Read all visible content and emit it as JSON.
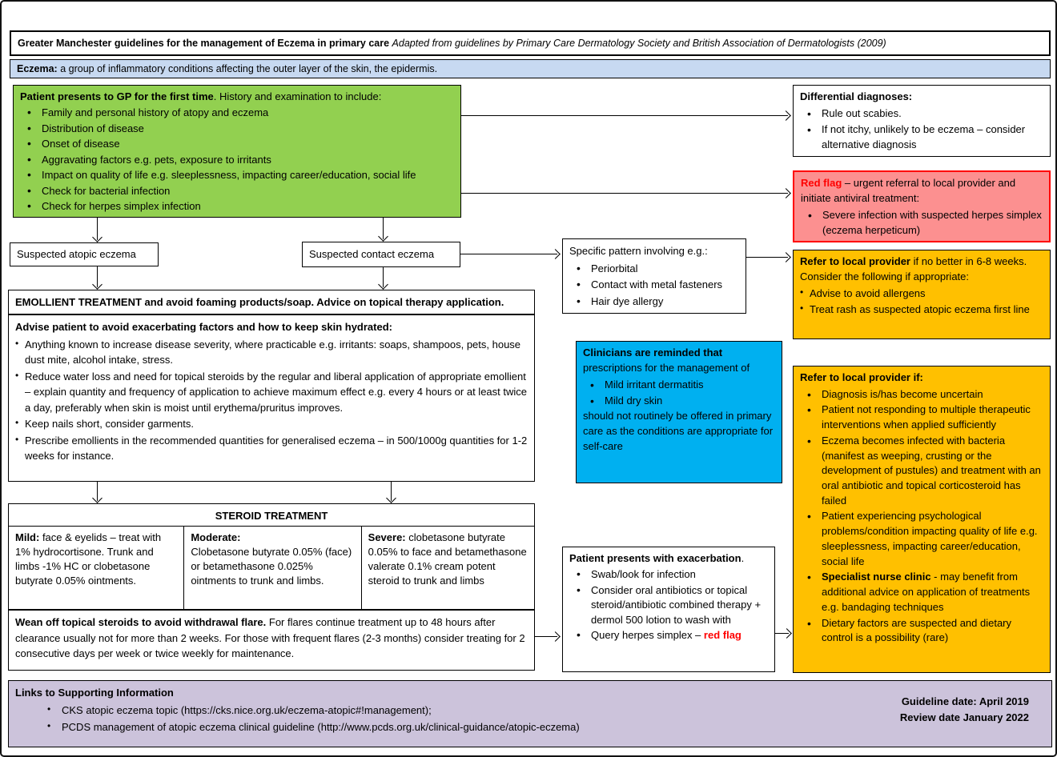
{
  "colors": {
    "green": "#92D050",
    "orange": "#FFC000",
    "cyan_blue": "#00B0F0",
    "pink": "#FC9090",
    "red": "#FF0000",
    "definition_blue": "#C7D9F1",
    "footer_lavender": "#CCC3DB"
  },
  "header": {
    "title": [
      {
        "t": "Greater Manchester guidelines for the management of Eczema in primary care",
        "b": true
      },
      {
        "t": "   "
      },
      {
        "t": "Adapted from guidelines by Primary Care Dermatology Society and British Association of Dermatologists (2009)",
        "i": true
      }
    ]
  },
  "definition": [
    {
      "t": "Eczema:",
      "b": true
    },
    {
      "t": " a group of inflammatory conditions affecting the outer layer of the skin, the epidermis."
    }
  ],
  "green_box": {
    "heading": [
      {
        "t": "Patient presents to GP for the first time",
        "b": true
      },
      {
        "t": ". History and examination to include:"
      }
    ],
    "items": [
      "Family and personal history of atopy and eczema",
      "Distribution of disease",
      "Onset of disease",
      "Aggravating factors e.g. pets, exposure to irritants",
      "Impact on quality of life e.g. sleeplessness, impacting career/education, social life",
      "Check for bacterial infection",
      "Check for herpes simplex infection"
    ]
  },
  "differential_box": {
    "heading": [
      {
        "t": "Differential diagnoses:",
        "b": true
      }
    ],
    "items": [
      "Rule out scabies.",
      "If not itchy, unlikely to be eczema – consider alternative diagnosis"
    ]
  },
  "red_flag_box": {
    "heading": [
      {
        "t": "Red flag",
        "b": true,
        "c": "#FF0000"
      },
      {
        "t": " – urgent referral to local provider and initiate antiviral treatment:"
      }
    ],
    "items": [
      "Severe infection with suspected herpes simplex (eczema herpeticum)"
    ]
  },
  "suspected_atopic": "Suspected atopic eczema",
  "suspected_contact": "Suspected contact eczema",
  "pattern_box": {
    "heading": [
      {
        "t": "Specific pattern involving e.g.:"
      }
    ],
    "items": [
      "Periorbital",
      "Contact with metal fasteners",
      "Hair dye allergy"
    ]
  },
  "refer_6_8_box": {
    "heading": [
      {
        "t": "Refer to local provider",
        "b": true
      },
      {
        "t": " if no better in 6-8 weeks. Consider the following if appropriate:"
      }
    ],
    "items": [
      "Advise to avoid allergens",
      "Treat rash as suspected atopic eczema first line"
    ]
  },
  "emollient_bar": [
    {
      "t": "EMOLLIENT TREATMENT",
      "b": true
    },
    {
      "t": " and avoid foaming products/soap. Advice on topical therapy application.",
      "b": true
    }
  ],
  "advise_box": {
    "heading": [
      {
        "t": "Advise patient to avoid exacerbating factors and how to keep skin hydrated:",
        "b": true
      }
    ],
    "items": [
      "Anything known to increase disease severity, where practicable e.g. irritants: soaps, shampoos, pets, house dust mite, alcohol intake, stress.",
      "Reduce water loss and need for topical steroids by the regular and liberal application of appropriate emollient – explain quantity and frequency of application to achieve maximum effect e.g. every 4 hours or at least twice a day, preferably when skin is moist until erythema/pruritus improves.",
      "Keep nails short, consider garments.",
      "Prescribe emollients in the recommended quantities for generalised eczema – in 500/1000g quantities for 1-2 weeks for instance."
    ]
  },
  "clinicians_box": {
    "heading": [
      {
        "t": "Clinicians are reminded that",
        "b": true
      },
      {
        "t": " prescriptions for the management of"
      }
    ],
    "items": [
      "Mild irritant dermatitis",
      "Mild dry skin"
    ],
    "tail": "should not routinely be offered in primary care as the conditions are appropriate for self-care"
  },
  "refer_if_box": {
    "heading": [
      {
        "t": "Refer to local provider if:",
        "b": true
      }
    ],
    "items": [
      [
        "Diagnosis is/has become uncertain"
      ],
      [
        "Patient not responding to multiple therapeutic interventions when applied sufficiently"
      ],
      [
        "Eczema becomes infected with bacteria (manifest as weeping, crusting or the development of pustules) and treatment with an oral antibiotic and topical corticosteroid has failed"
      ],
      [
        "Patient experiencing psychological problems/condition impacting quality of life e.g. sleeplessness, impacting career/education, social life"
      ],
      [
        {
          "t": "Specialist nurse clinic",
          "b": true
        },
        {
          "t": " - may benefit from additional advice on application of treatments e.g. bandaging techniques"
        }
      ],
      [
        "Dietary factors are suspected and dietary control is a possibility (rare)"
      ]
    ]
  },
  "steroid_table": {
    "header": "STEROID TREATMENT",
    "mild": [
      {
        "t": "Mild:",
        "b": true
      },
      {
        "t": " face & eyelids – treat with 1% hydrocortisone. Trunk and limbs -1% HC or clobetasone butyrate 0.05% ointments."
      }
    ],
    "moderate": [
      {
        "t": "Moderate:",
        "b": true
      },
      {
        "br": true
      },
      {
        "t": "Clobetasone butyrate 0.05% (face) or betamethasone 0.025% ointments to trunk and limbs."
      }
    ],
    "severe": [
      {
        "t": "Severe:",
        "b": true
      },
      {
        "t": " clobetasone butyrate 0.05% to face and betamethasone valerate 0.1% cream potent steroid to trunk and limbs"
      }
    ]
  },
  "wean_box": [
    {
      "t": "Wean off topical steroids to avoid withdrawal flare.",
      "b": true
    },
    {
      "t": " For flares continue treatment up to 48 hours after clearance usually not for more than 2 weeks. For those with frequent flares (2-3 months) consider treating for 2 consecutive days per week or twice weekly for maintenance."
    }
  ],
  "exacerbation_box": {
    "heading": [
      {
        "t": "Patient presents with exacerbation",
        "b": true
      },
      {
        "t": "."
      }
    ],
    "items": [
      [
        "Swab/look for infection"
      ],
      [
        "Consider oral antibiotics or topical steroid/antibiotic combined therapy + dermol 500 lotion to wash with"
      ],
      [
        {
          "t": "Query herpes simplex – "
        },
        {
          "t": "red flag",
          "b": true,
          "c": "#FF0000"
        }
      ]
    ]
  },
  "footer": {
    "heading": [
      {
        "t": "Links to Supporting Information",
        "b": true
      }
    ],
    "links": [
      "CKS atopic eczema topic (https://cks.nice.org.uk/eczema-atopic#!management);",
      "PCDS management of atopic eczema clinical guideline (http://www.pcds.org.uk/clinical-guidance/atopic-eczema)"
    ],
    "guideline_date": "Guideline date: April 2019",
    "review_date": "Review date January 2022"
  }
}
